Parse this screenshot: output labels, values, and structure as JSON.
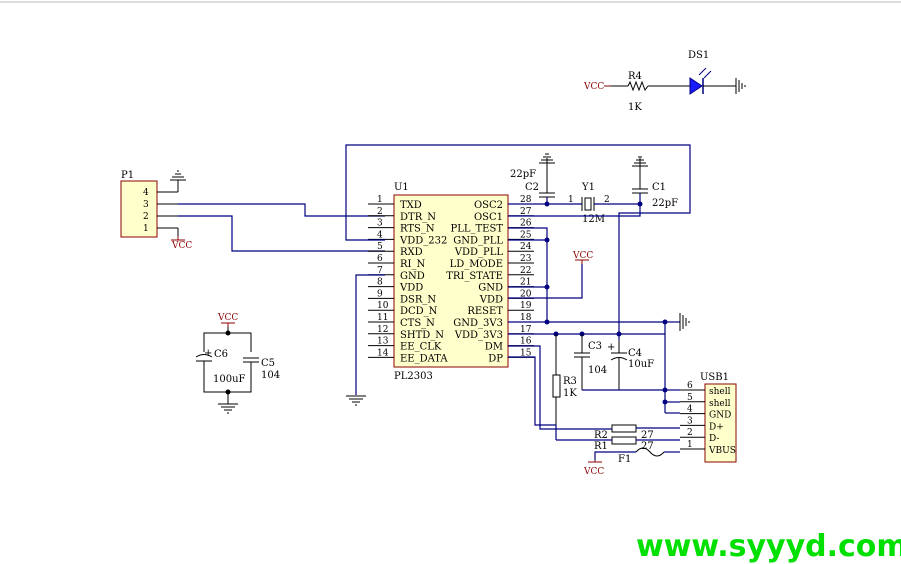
{
  "parts": {
    "ds1": "DS1",
    "r4": "R4",
    "r4_val": "1K",
    "p1": "P1",
    "p1_pins": [
      "4",
      "3",
      "2",
      "1"
    ],
    "c2": "C2",
    "c2_val": "22pF",
    "y1": "Y1",
    "y1_val": "12M",
    "y1_pin1": "1",
    "y1_pin2": "2",
    "c1": "C1",
    "c1_val": "22pF",
    "u1": "U1",
    "u1_part": "PL2303",
    "c6": "C6",
    "c6_val": "100uF",
    "c5": "C5",
    "c5_val": "104",
    "c3": "C3",
    "c3_val": "104",
    "c4": "C4",
    "c4_val": "10uF",
    "r3": "R3",
    "r3_val": "1K",
    "r2": "R2",
    "r2_val": "27",
    "r1": "R1",
    "r1_val": "27",
    "f1": "F1",
    "usb1": "USB1"
  },
  "u1_left_pins": [
    {
      "num": "1",
      "name": "TXD"
    },
    {
      "num": "2",
      "name": "DTR_N"
    },
    {
      "num": "3",
      "name": "RTS_N"
    },
    {
      "num": "4",
      "name": "VDD_232"
    },
    {
      "num": "5",
      "name": "RXD"
    },
    {
      "num": "6",
      "name": "RI_N"
    },
    {
      "num": "7",
      "name": "GND"
    },
    {
      "num": "8",
      "name": "VDD"
    },
    {
      "num": "9",
      "name": "DSR_N"
    },
    {
      "num": "10",
      "name": "DCD_N"
    },
    {
      "num": "11",
      "name": "CTS_N"
    },
    {
      "num": "12",
      "name": "SHTD_N"
    },
    {
      "num": "13",
      "name": "EE_CLK"
    },
    {
      "num": "14",
      "name": "EE_DATA"
    }
  ],
  "u1_right_pins": [
    {
      "num": "28",
      "name": "OSC2"
    },
    {
      "num": "27",
      "name": "OSC1"
    },
    {
      "num": "26",
      "name": "PLL_TEST"
    },
    {
      "num": "25",
      "name": "GND_PLL"
    },
    {
      "num": "24",
      "name": "VDD_PLL"
    },
    {
      "num": "23",
      "name": "LD_MODE"
    },
    {
      "num": "22",
      "name": "TRI_STATE"
    },
    {
      "num": "21",
      "name": "GND"
    },
    {
      "num": "20",
      "name": "VDD"
    },
    {
      "num": "19",
      "name": "RESET"
    },
    {
      "num": "18",
      "name": "GND_3V3"
    },
    {
      "num": "17",
      "name": "VDD_3V3"
    },
    {
      "num": "16",
      "name": "DM"
    },
    {
      "num": "15",
      "name": "DP"
    }
  ],
  "usb_pins": [
    {
      "num": "6",
      "name": "shell"
    },
    {
      "num": "5",
      "name": "shell"
    },
    {
      "num": "4",
      "name": "GND"
    },
    {
      "num": "3",
      "name": "D+"
    },
    {
      "num": "2",
      "name": "D-"
    },
    {
      "num": "1",
      "name": "VBUS"
    }
  ],
  "vcc_labels": {
    "led": "VCC",
    "p1": "VCC",
    "u1": "VCC",
    "c6": "VCC",
    "f1": "VCC"
  },
  "watermark": "www.syyyd.com",
  "colors": {
    "wire": "#000080",
    "power": "#8b0000",
    "body": "#ffffcc",
    "watermark": "#00e000"
  }
}
